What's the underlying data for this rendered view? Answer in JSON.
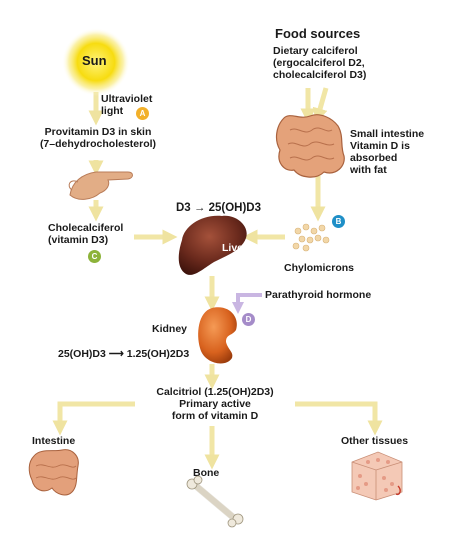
{
  "sun": {
    "label": "Sun",
    "uv_line1": "Ultraviolet",
    "uv_line2": "light"
  },
  "provitamin": {
    "line1": "Provitamin D3 in skin",
    "line2": "(7–dehydrocholesterol)"
  },
  "cholecalciferol": {
    "line1": "Cholecalciferol",
    "line2": "(vitamin D3)"
  },
  "food": {
    "title": "Food sources",
    "line1": "Dietary calciferol",
    "line2": "(ergocalciferol D2,",
    "line3": "cholecalciferol D3)"
  },
  "small_intestine": {
    "line1": "Small intestine",
    "line2": "Vitamin D is",
    "line3": "absorbed",
    "line4": "with fat"
  },
  "liver": {
    "reaction": "D3 → 25(OH)D3",
    "label": "Liver"
  },
  "chylomicrons": {
    "label": "Chylomicrons"
  },
  "parathyroid": {
    "label": "Parathyroid hormone"
  },
  "kidney": {
    "label": "Kidney",
    "reaction": "25(OH)D3 ⟶ 1.25(OH)2D3"
  },
  "calcitriol": {
    "line1": "Calcitriol (1.25(OH)2D3)",
    "line2": "Primary active",
    "line3": "form of vitamin D"
  },
  "targets": {
    "intestine": "Intestine",
    "bone": "Bone",
    "other": "Other tissues"
  },
  "badges": {
    "a": {
      "text": "A",
      "color": "#f2b02a"
    },
    "b": {
      "text": "B",
      "color": "#1f8fc7"
    },
    "c": {
      "text": "C",
      "color": "#8db33a"
    },
    "d": {
      "text": "D",
      "color": "#a58cc9"
    }
  },
  "colors": {
    "arrow": "#f1e6a6",
    "sun": "#f5d000",
    "liver": "#6b2a1d",
    "kidney": "#d8621e",
    "intestine": "#d9956b"
  }
}
